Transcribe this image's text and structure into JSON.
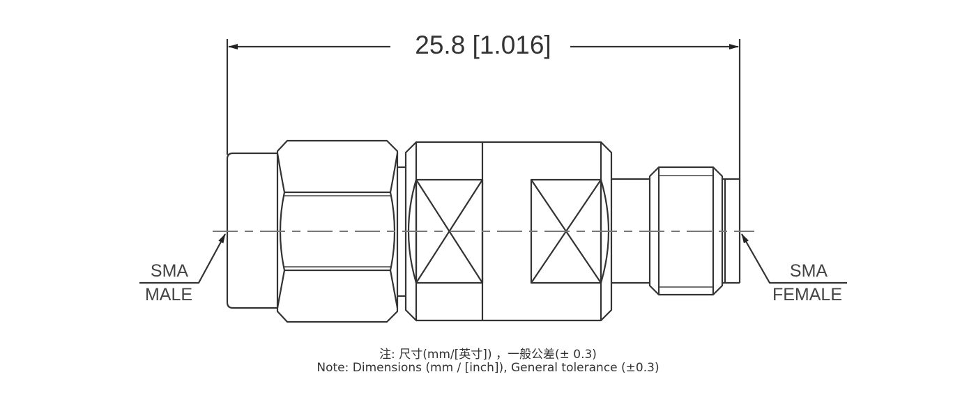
{
  "dimension": {
    "overall": "25.8 [1.016]"
  },
  "labels": {
    "left": {
      "top": "SMA",
      "bottom": "MALE"
    },
    "right": {
      "top": "SMA",
      "bottom": "FEMALE"
    }
  },
  "notes": {
    "chinese": "注: 尺寸(mm/[英寸]) ，一般公差(± 0.3)",
    "english": "Note: Dimensions (mm / [inch]), General tolerance (±0.3)"
  }
}
